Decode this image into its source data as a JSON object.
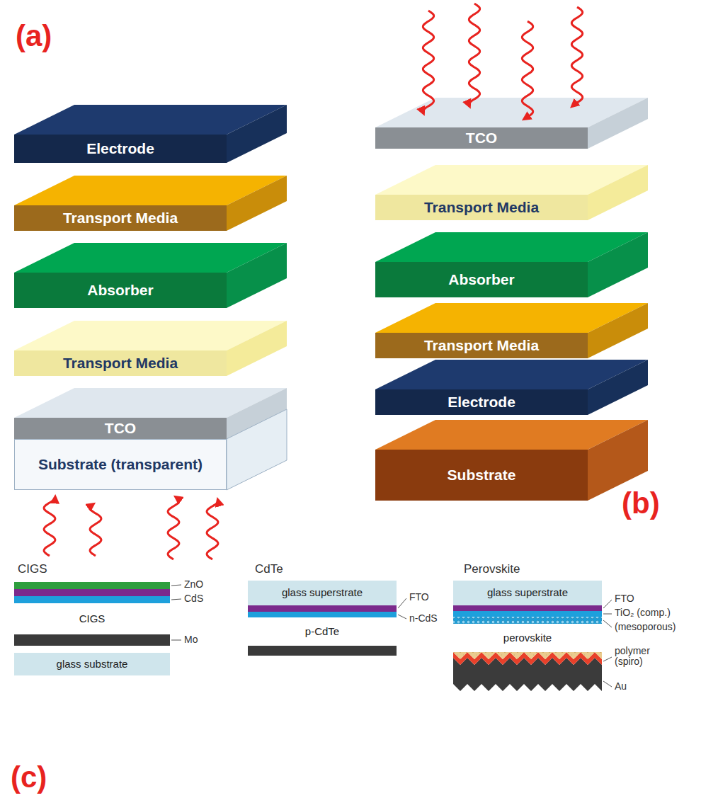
{
  "diagram": {
    "nodes": [
      {
        "text": [
          "Electrode"
        ]
      },
      {
        "text": [
          "Transport Media"
        ]
      },
      {
        "text": [
          "Absorber"
        ]
      },
      {
        "text": [
          "Transport Media"
        ]
      },
      {
        "text": [
          "TCO"
        ]
      },
      {
        "text": [
          "Substrate (transparent)"
        ]
      },
      {
        "text": [
          "TCO"
        ]
      },
      {
        "text": [
          "Transport Media"
        ]
      },
      {
        "text": [
          "Absorber"
        ]
      },
      {
        "text": [
          "Transport Media"
        ]
      },
      {
        "text": [
          "Electrode"
        ]
      },
      {
        "text": [
          "Substrate"
        ]
      },
      {
        "text": [
          "CIGS"
        ]
      },
      {
        "text": [
          "glass substrate"
        ]
      },
      {
        "text": [
          "glass superstrate"
        ]
      },
      {
        "text": [
          "p-CdTe"
        ]
      },
      {
        "text": [
          "glass superstrate"
        ]
      },
      {
        "text": [
          "perovskite"
        ]
      }
    ],
    "edges": [],
    "labels": [
      "(a)",
      "(b)",
      "CIGS",
      "CdTe",
      "Perovskite",
      "ZnO",
      "CdS",
      "Mo",
      "FTO",
      "n-CdS",
      "FTO",
      "TiO₂ (comp.)",
      "(mesoporous)",
      "polymer (spiro)",
      "Au",
      "(c)"
    ]
  }
}
